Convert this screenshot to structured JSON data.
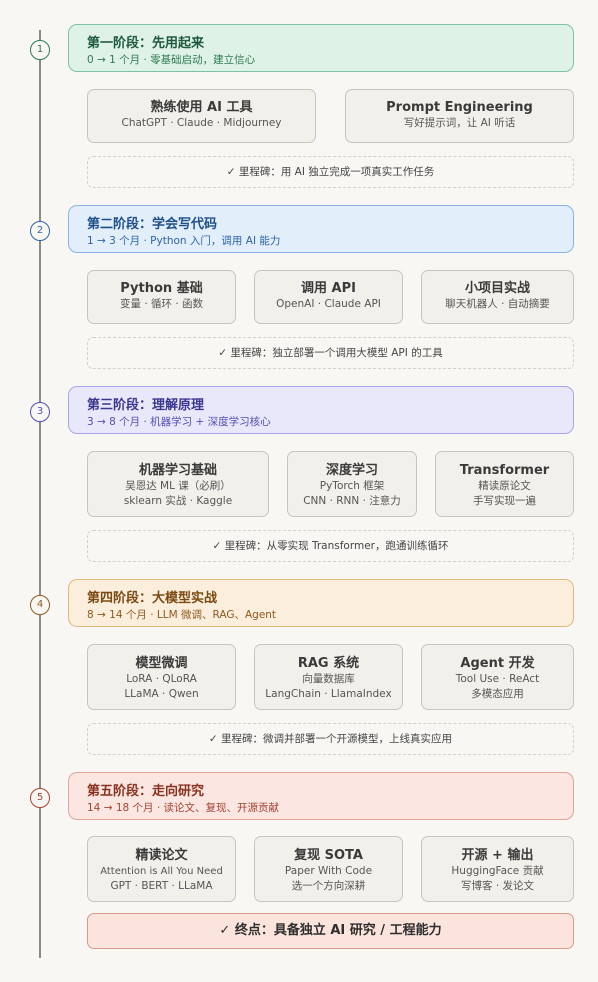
{
  "stages": [
    {
      "num": "1",
      "title": "第一阶段：先用起来",
      "subtitle": "0 → 1 个月 · 零基础启动，建立信心",
      "cards": [
        {
          "title": "熟练使用 AI 工具",
          "lines": [
            "ChatGPT · Claude · Midjourney"
          ]
        },
        {
          "title": "Prompt Engineering",
          "lines": [
            "写好提示词，让 AI 听话"
          ]
        }
      ],
      "milestone": "✓ 里程碑：用 AI 独立完成一项真实工作任务"
    },
    {
      "num": "2",
      "title": "第二阶段：学会写代码",
      "subtitle": "1 → 3 个月 · Python 入门，调用 AI 能力",
      "cards": [
        {
          "title": "Python 基础",
          "lines": [
            "变量 · 循环 · 函数"
          ]
        },
        {
          "title": "调用 API",
          "lines": [
            "OpenAI · Claude API"
          ]
        },
        {
          "title": "小项目实战",
          "lines": [
            "聊天机器人 · 自动摘要"
          ]
        }
      ],
      "milestone": "✓ 里程碑：独立部署一个调用大模型 API 的工具"
    },
    {
      "num": "3",
      "title": "第三阶段：理解原理",
      "subtitle": "3 → 8 个月 · 机器学习 + 深度学习核心",
      "cards": [
        {
          "title": "机器学习基础",
          "lines": [
            "吴恩达 ML 课（必刷）",
            "sklearn 实战 · Kaggle"
          ]
        },
        {
          "title": "深度学习",
          "lines": [
            "PyTorch 框架",
            "CNN · RNN · 注意力"
          ]
        },
        {
          "title": "Transformer",
          "lines": [
            "精读原论文",
            "手写实现一遍"
          ]
        }
      ],
      "milestone": "✓ 里程碑：从零实现 Transformer，跑通训练循环"
    },
    {
      "num": "4",
      "title": "第四阶段：大模型实战",
      "subtitle": "8 → 14 个月 · LLM 微调、RAG、Agent",
      "cards": [
        {
          "title": "模型微调",
          "lines": [
            "LoRA · QLoRA",
            "LLaMA · Qwen"
          ]
        },
        {
          "title": "RAG 系统",
          "lines": [
            "向量数据库",
            "LangChain · LlamaIndex"
          ]
        },
        {
          "title": "Agent 开发",
          "lines": [
            "Tool Use · ReAct",
            "多模态应用"
          ]
        }
      ],
      "milestone": "✓ 里程碑：微调并部署一个开源模型，上线真实应用"
    },
    {
      "num": "5",
      "title": "第五阶段：走向研究",
      "subtitle": "14 → 18 个月 · 读论文、复现、开源贡献",
      "cards": [
        {
          "title": "精读论文",
          "lines": [
            "Attention is All You Need",
            "GPT · BERT · LLaMA"
          ]
        },
        {
          "title": "复现 SOTA",
          "lines": [
            "Paper With Code",
            "选一个方向深耕"
          ]
        },
        {
          "title": "开源 + 输出",
          "lines": [
            "HuggingFace 贡献",
            "写博客 · 发论文"
          ]
        }
      ]
    }
  ],
  "endpoint": "✓ 终点：具备独立 AI 研究 / 工程能力",
  "colors": {
    "stage1": {
      "bg": "#dff2e8",
      "border": "#7cc4a0",
      "title": "#1e5a3c",
      "sub": "#2f7a52"
    },
    "stage2": {
      "bg": "#e3eefb",
      "border": "#8ab4e6",
      "title": "#1d4f8a",
      "sub": "#2e65a8"
    },
    "stage3": {
      "bg": "#e9e8fb",
      "border": "#a9a6e8",
      "title": "#3b3690",
      "sub": "#5450b3"
    },
    "stage4": {
      "bg": "#fbeedd",
      "border": "#e5b77c",
      "title": "#7a4a12",
      "sub": "#8e5a1c"
    },
    "stage5": {
      "bg": "#fbe6e1",
      "border": "#e3a597",
      "title": "#8a3220",
      "sub": "#a54431"
    }
  }
}
